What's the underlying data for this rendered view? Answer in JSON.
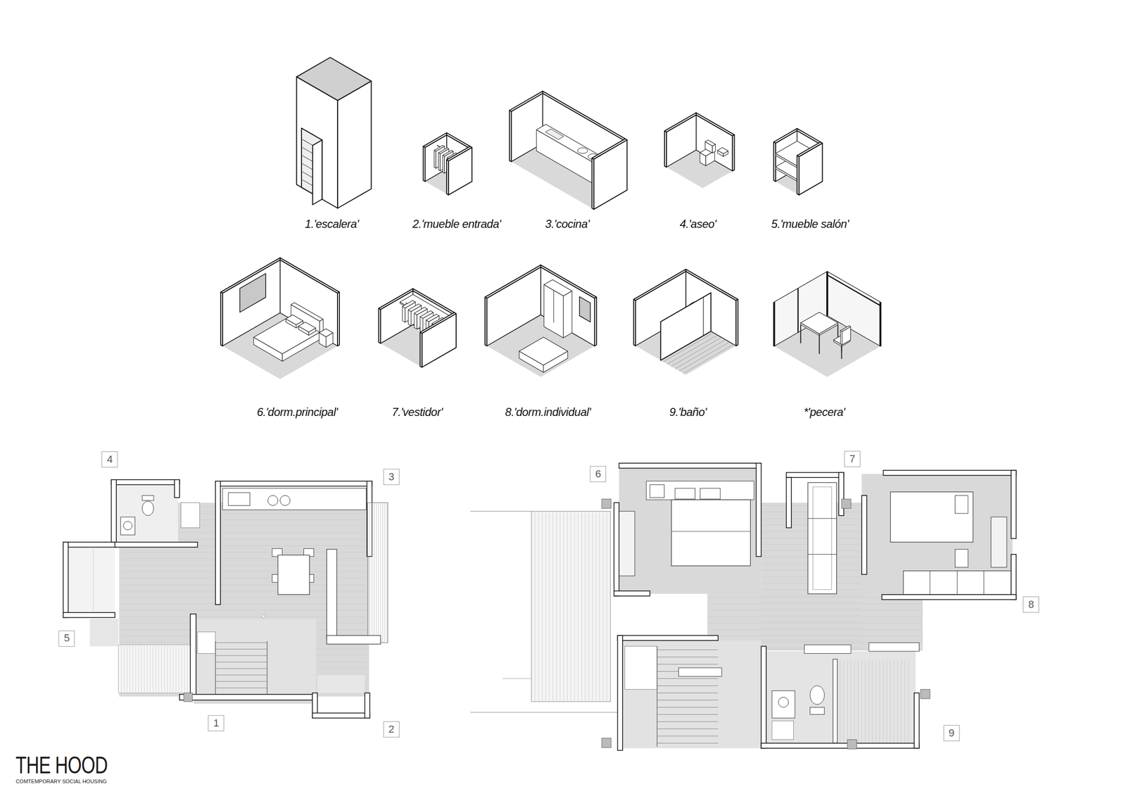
{
  "diagram": {
    "nodes": [
      {
        "text": [
          "4"
        ]
      },
      {
        "text": [
          "3"
        ]
      },
      {
        "text": [
          "5"
        ]
      },
      {
        "text": [
          "1"
        ]
      },
      {
        "text": [
          "2"
        ]
      },
      {
        "text": [
          "6"
        ]
      },
      {
        "text": [
          "7"
        ]
      },
      {
        "text": [
          "8"
        ]
      },
      {
        "text": [
          "9"
        ]
      }
    ],
    "labels": [
      "1.'escalera'",
      "2.'mueble entrada'",
      "3.'cocina'",
      "4.'aseo'",
      "5.'mueble salón'",
      "6.'dorm.principal'",
      "7.'vestidor'",
      "8.'dorm.individual'",
      "9.'baño'",
      "*'pecera'",
      "THE HOOD",
      "COMTEMPORARY SOCIAL HOUSING"
    ]
  }
}
